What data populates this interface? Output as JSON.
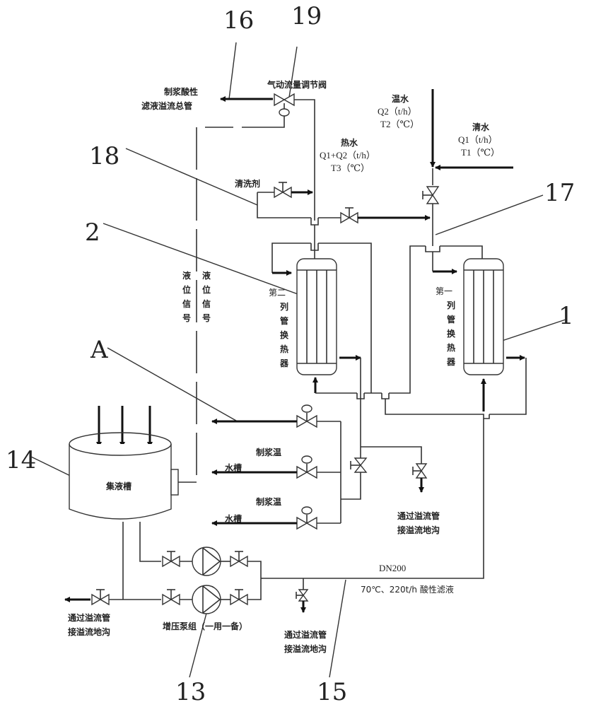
{
  "reference_numbers": {
    "n16": "16",
    "n19": "19",
    "n18": "18",
    "n17": "17",
    "n2": "2",
    "n1": "1",
    "nA": "A",
    "n14": "14",
    "n13": "13",
    "n15": "15"
  },
  "labels": {
    "acid_overflow_line1": "制浆酸性",
    "acid_overflow_line2": "滤液溢流总管",
    "pneumatic_valve": "气动流量调节阀",
    "warm_water": "温水",
    "warm_water_q": "Q2（t/h）",
    "warm_water_t": "T2（℃）",
    "clean_water": "清水",
    "clean_water_q": "Q1（t/h）",
    "clean_water_t": "T1（℃）",
    "hot_water": "热水",
    "hot_water_q": "Q1+Q2（t/h）",
    "hot_water_t": "T3（℃）",
    "cleaning_agent": "清洗剂",
    "level_signal_1": [
      "液",
      "位",
      "信",
      "号"
    ],
    "level_signal_2": [
      "液",
      "位",
      "信",
      "号"
    ],
    "hx2_name": [
      "第二",
      "列",
      "管",
      "换",
      "热",
      "器"
    ],
    "hx1_name": [
      "第一",
      "列",
      "管",
      "换",
      "热",
      "器"
    ],
    "collection_tank": "集液槽",
    "pulp_warm_tank_1a": "制浆温",
    "pulp_warm_tank_1b": "水槽",
    "pulp_warm_tank_2a": "制浆温",
    "pulp_warm_tank_2b": "水槽",
    "overflow_drain_mid_1": "通过溢流管",
    "overflow_drain_mid_2": "接溢流地沟",
    "overflow_drain_left_1": "通过溢流管",
    "overflow_drain_left_2": "接溢流地沟",
    "overflow_drain_bottom_1": "通过溢流管",
    "overflow_drain_bottom_2": "接溢流地沟",
    "pump_group": "增压泵组（一用一备）",
    "pipe_size": "DN200",
    "pipe_spec": "70℃、220t/h 酸性滤液"
  }
}
